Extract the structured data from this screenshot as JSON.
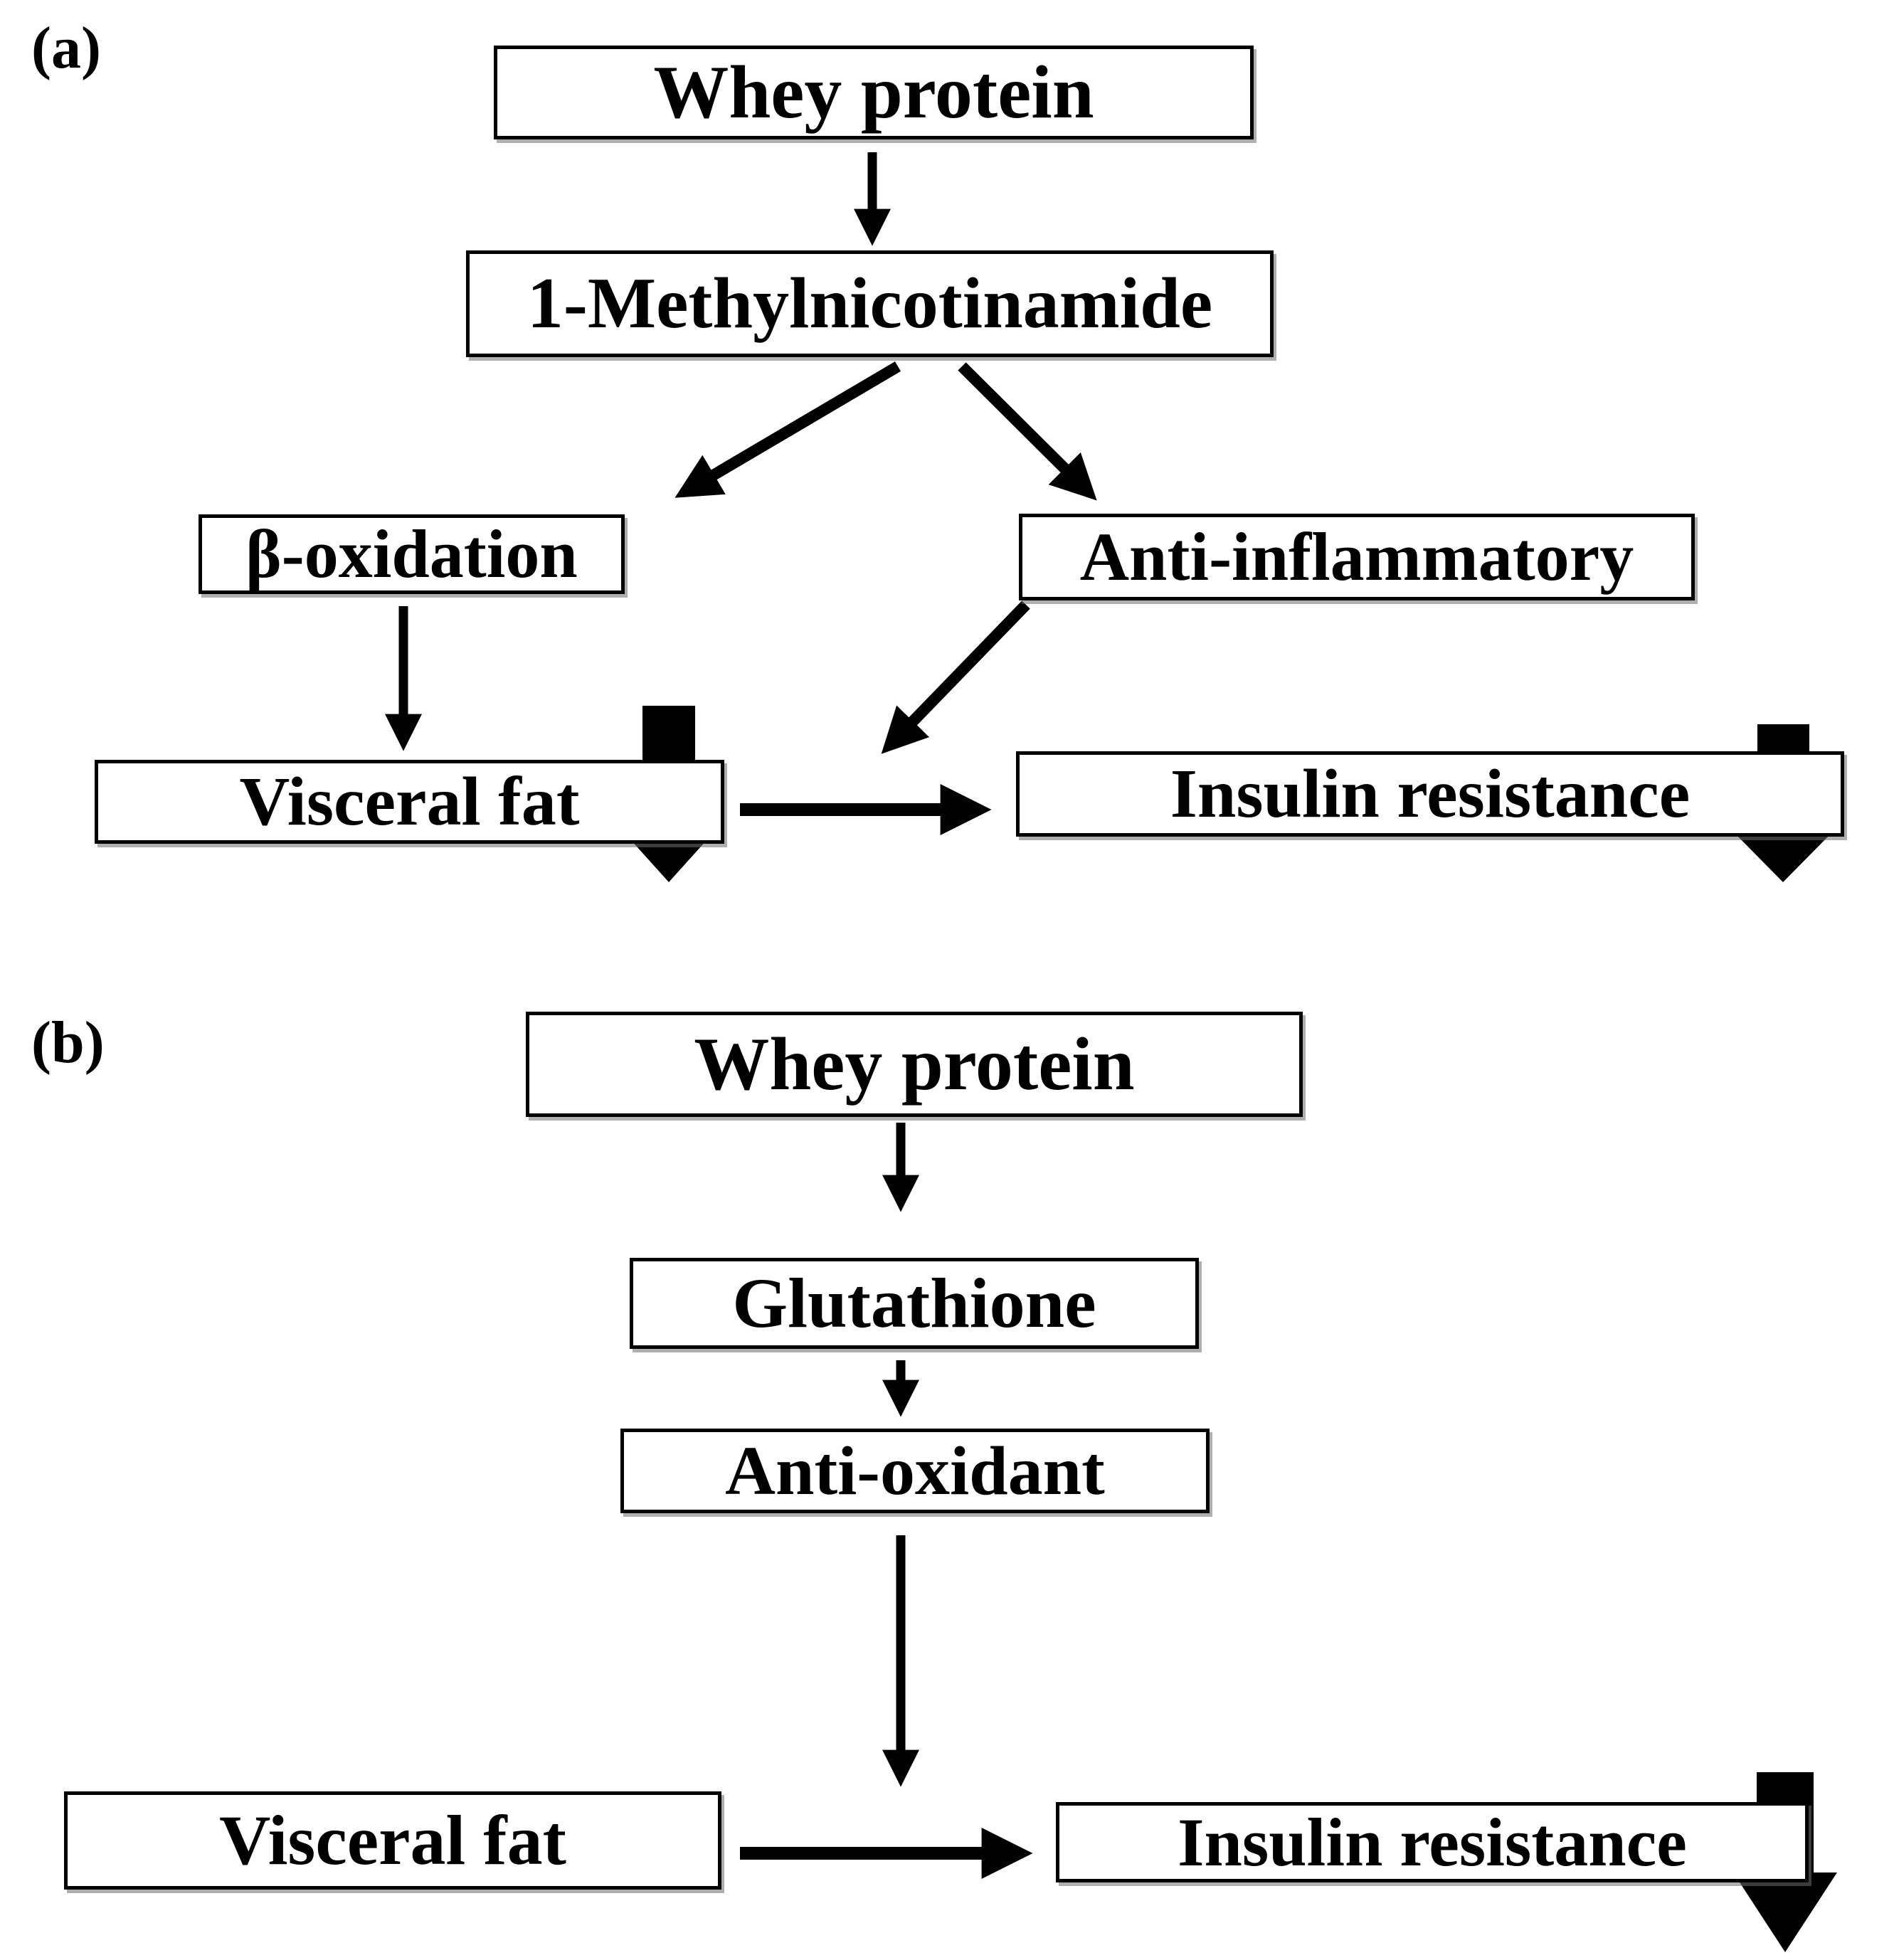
{
  "figure": {
    "colors": {
      "ink": "#000000",
      "background": "#ffffff",
      "box_fill": "#ffffff"
    },
    "panel_a": {
      "label": "(a)",
      "nodes": {
        "whey_protein": "Whey protein",
        "methylnicotinamide": "1-Methylnicotinamide",
        "beta_oxidation": "β-oxidation",
        "anti_inflammatory": "Anti-inflammatory",
        "visceral_fat": "Visceral fat",
        "insulin_resistance": "Insulin resistance"
      },
      "edges": [
        {
          "from": "whey_protein",
          "to": "methylnicotinamide",
          "type": "thin-arrow"
        },
        {
          "from": "methylnicotinamide",
          "to": "beta_oxidation",
          "type": "thin-arrow"
        },
        {
          "from": "methylnicotinamide",
          "to": "anti_inflammatory",
          "type": "thin-arrow"
        },
        {
          "from": "beta_oxidation",
          "to": "visceral_fat",
          "type": "thin-arrow"
        },
        {
          "from": "anti_inflammatory",
          "to": "visceral_fat-insulin_resistance-link",
          "type": "thin-arrow"
        },
        {
          "from": "visceral_fat",
          "to": "insulin_resistance",
          "type": "thin-arrow"
        }
      ],
      "decrease_markers": [
        "visceral_fat",
        "insulin_resistance"
      ]
    },
    "panel_b": {
      "label": "(b)",
      "nodes": {
        "whey_protein": "Whey protein",
        "glutathione": "Glutathione",
        "anti_oxidant": "Anti-oxidant",
        "visceral_fat": "Visceral fat",
        "insulin_resistance": "Insulin resistance"
      },
      "edges": [
        {
          "from": "whey_protein",
          "to": "glutathione",
          "type": "thin-arrow"
        },
        {
          "from": "glutathione",
          "to": "anti_oxidant",
          "type": "thin-arrow"
        },
        {
          "from": "anti_oxidant",
          "to": "visceral_fat-insulin_resistance-link",
          "type": "thin-arrow"
        },
        {
          "from": "visceral_fat",
          "to": "insulin_resistance",
          "type": "thin-arrow"
        }
      ],
      "decrease_markers": [
        "insulin_resistance"
      ]
    }
  }
}
